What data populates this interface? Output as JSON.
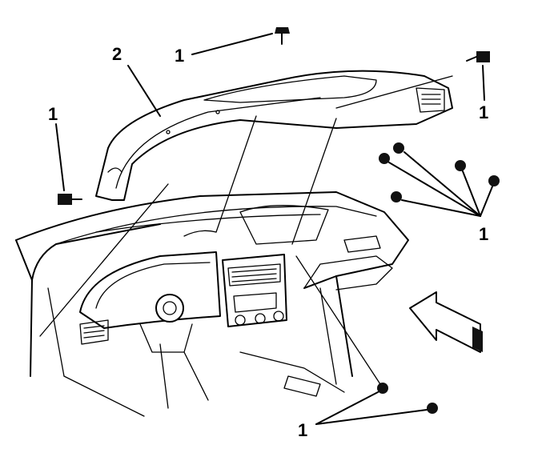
{
  "callouts": {
    "top": "1",
    "left": "1",
    "right_top": "1",
    "right_group": "1",
    "bottom": "1",
    "pad": "2"
  },
  "colors": {
    "ink": "#000000",
    "paper": "#ffffff"
  },
  "icons": {
    "fastener": "bolt-icon",
    "direction": "arrow-icon"
  }
}
